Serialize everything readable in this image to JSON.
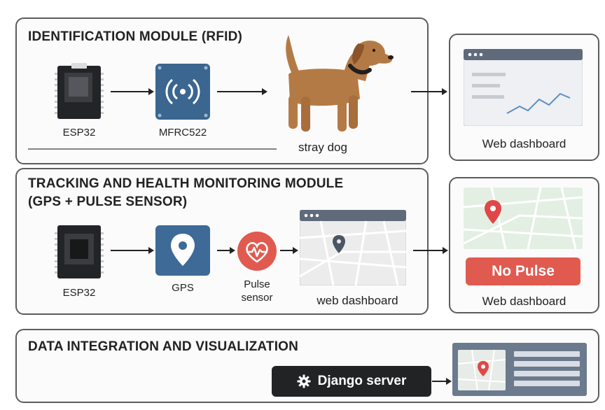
{
  "colors": {
    "panel_border": "#5c5c5c",
    "chip": "#232427",
    "rfid_blue": "#3a6690",
    "gps_blue": "#3d6a96",
    "pulse_red": "#e05a50",
    "dog_brown": "#b47a45",
    "dashboard_bar": "#5f6b7b",
    "map_green": "#e4efe3",
    "pin_red": "#e04848",
    "django_dark": "#222325"
  },
  "rfid_module": {
    "title": "IDENTIFICATION MODULE (RFID)",
    "esp32_label": "ESP32",
    "reader_label": "MFRC522",
    "dog_label": "stray dog",
    "dashboard_label": "Web dashboard",
    "icons": [
      "esp32-chip-icon",
      "rfid-reader-icon",
      "dog-icon",
      "dashboard-chart-icon"
    ]
  },
  "tracking_module": {
    "title_line1": "TRACKING AND HEALTH MONITORING MODULE",
    "title_line2": "(GPS + PULSE SENSOR)",
    "esp32_label": "ESP32",
    "gps_label": "GPS",
    "pulse_label_line1": "Pulse",
    "pulse_label_line2": "sensor",
    "inner_dashboard_label": "web dashboard",
    "dashboard_label": "Web dashboard",
    "no_pulse_badge": "No Pulse",
    "icons": [
      "esp32-chip-icon",
      "gps-pin-icon",
      "heart-pulse-icon",
      "map-dashboard-icon",
      "map-pin-icon"
    ]
  },
  "data_module": {
    "title": "DATA INTEGRATION AND VISUALIZATION",
    "server_label": "Django server",
    "icons": [
      "gear-icon",
      "map-dashboard-icon"
    ]
  }
}
